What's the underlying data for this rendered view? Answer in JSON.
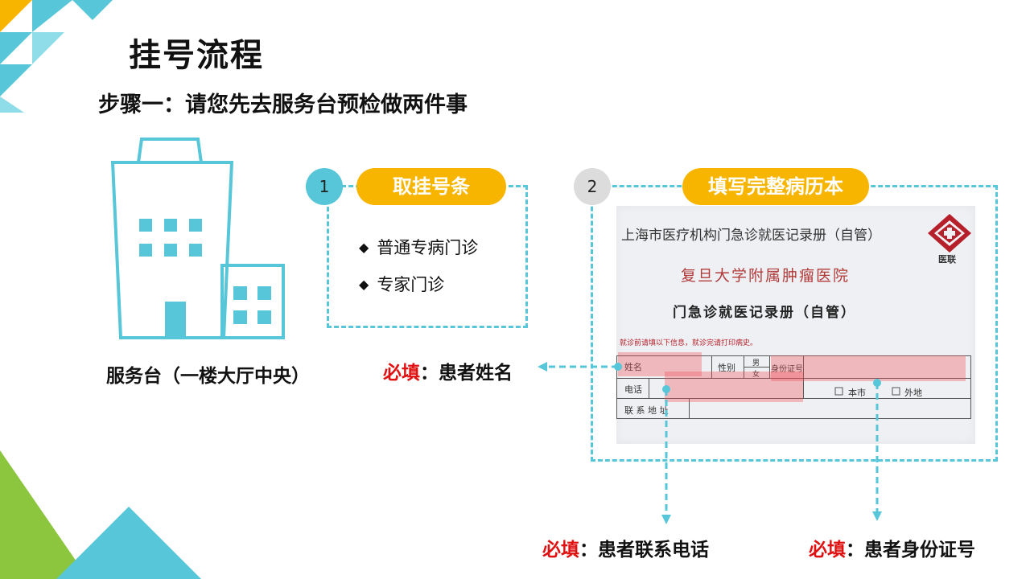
{
  "slide": {
    "title": "挂号流程",
    "subtitle": "步骤一：请您先去服务台预检做两件事",
    "building_caption": "服务台（一楼大厅中央）"
  },
  "step1": {
    "number": "1",
    "label": "取挂号条",
    "items": [
      "普通专病门诊",
      "专家门诊"
    ],
    "bullet_glyph": "◆"
  },
  "step2": {
    "number": "2",
    "label": "填写完整病历本"
  },
  "form": {
    "header": "上海市医疗机构门急诊就医记录册（自管）",
    "logo_text": "医联",
    "hospital": "复旦大学附属肿瘤医院",
    "book_title": "门急诊就医记录册（自管）",
    "instruction": "就诊前请填以下信息，就诊完请打印病史。",
    "fields": {
      "name": "姓名",
      "gender": "性别",
      "male": "男",
      "female": "女",
      "id": "身份证号",
      "phone": "电话",
      "local": "本市",
      "outside": "外地",
      "address": "联 系 地 址"
    }
  },
  "callouts": {
    "required_word": "必填",
    "name": "：患者姓名",
    "phone": "：患者联系电话",
    "id": "：患者身份证号"
  },
  "colors": {
    "accent_teal": "#56c6d8",
    "accent_yellow": "#f7b500",
    "required_red": "#e01010",
    "green_corner": "#8cc63f"
  }
}
